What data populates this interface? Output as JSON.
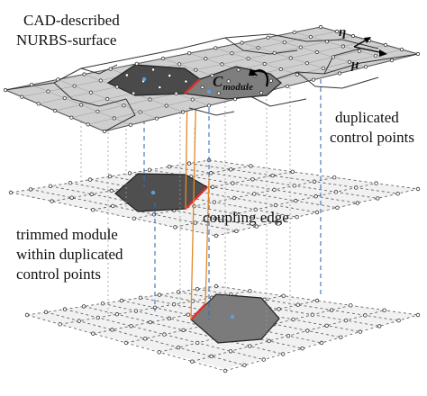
{
  "labels": {
    "surface_line1": "CAD-described",
    "surface_line2": "NURBS-surface",
    "dup_line1": "duplicated",
    "dup_line2": "control points",
    "coupling": "coupling edge",
    "trim_line1": "trimmed module",
    "trim_line2": "within duplicated",
    "trim_line3": "control points"
  },
  "symbols": {
    "c_main": "C",
    "c_sub": "module",
    "eta": "η",
    "mu": "μ"
  },
  "colors": {
    "surface_fill": "#cfcfcf",
    "surface_edge": "#333333",
    "module_dark": "#505050",
    "module_light": "#7b7b7b",
    "plane_shadow": "#ececec",
    "coupling_edge": "#e0302a",
    "link_blue": "#3a6fb5",
    "link_orange": "#e08a2a",
    "grid_dash": "#555555"
  }
}
